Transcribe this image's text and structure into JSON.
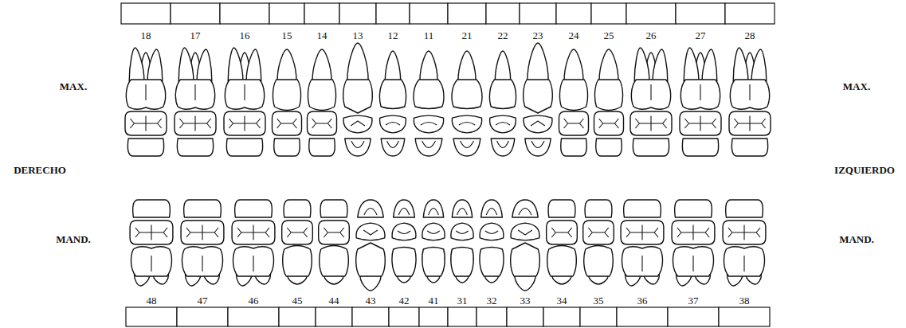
{
  "diagram": {
    "labels": [
      "18",
      "17",
      "16",
      "15",
      "14",
      "13",
      "12",
      "11",
      "21",
      "22",
      "23",
      "24",
      "25",
      "26",
      "27",
      "28",
      "MAX.",
      "MAX.",
      "DERECHO",
      "IZQUIERDO",
      "MAND.",
      "MAND.",
      "48",
      "47",
      "46",
      "45",
      "44",
      "43",
      "42",
      "41",
      "31",
      "32",
      "33",
      "34",
      "35",
      "36",
      "37",
      "38"
    ]
  }
}
